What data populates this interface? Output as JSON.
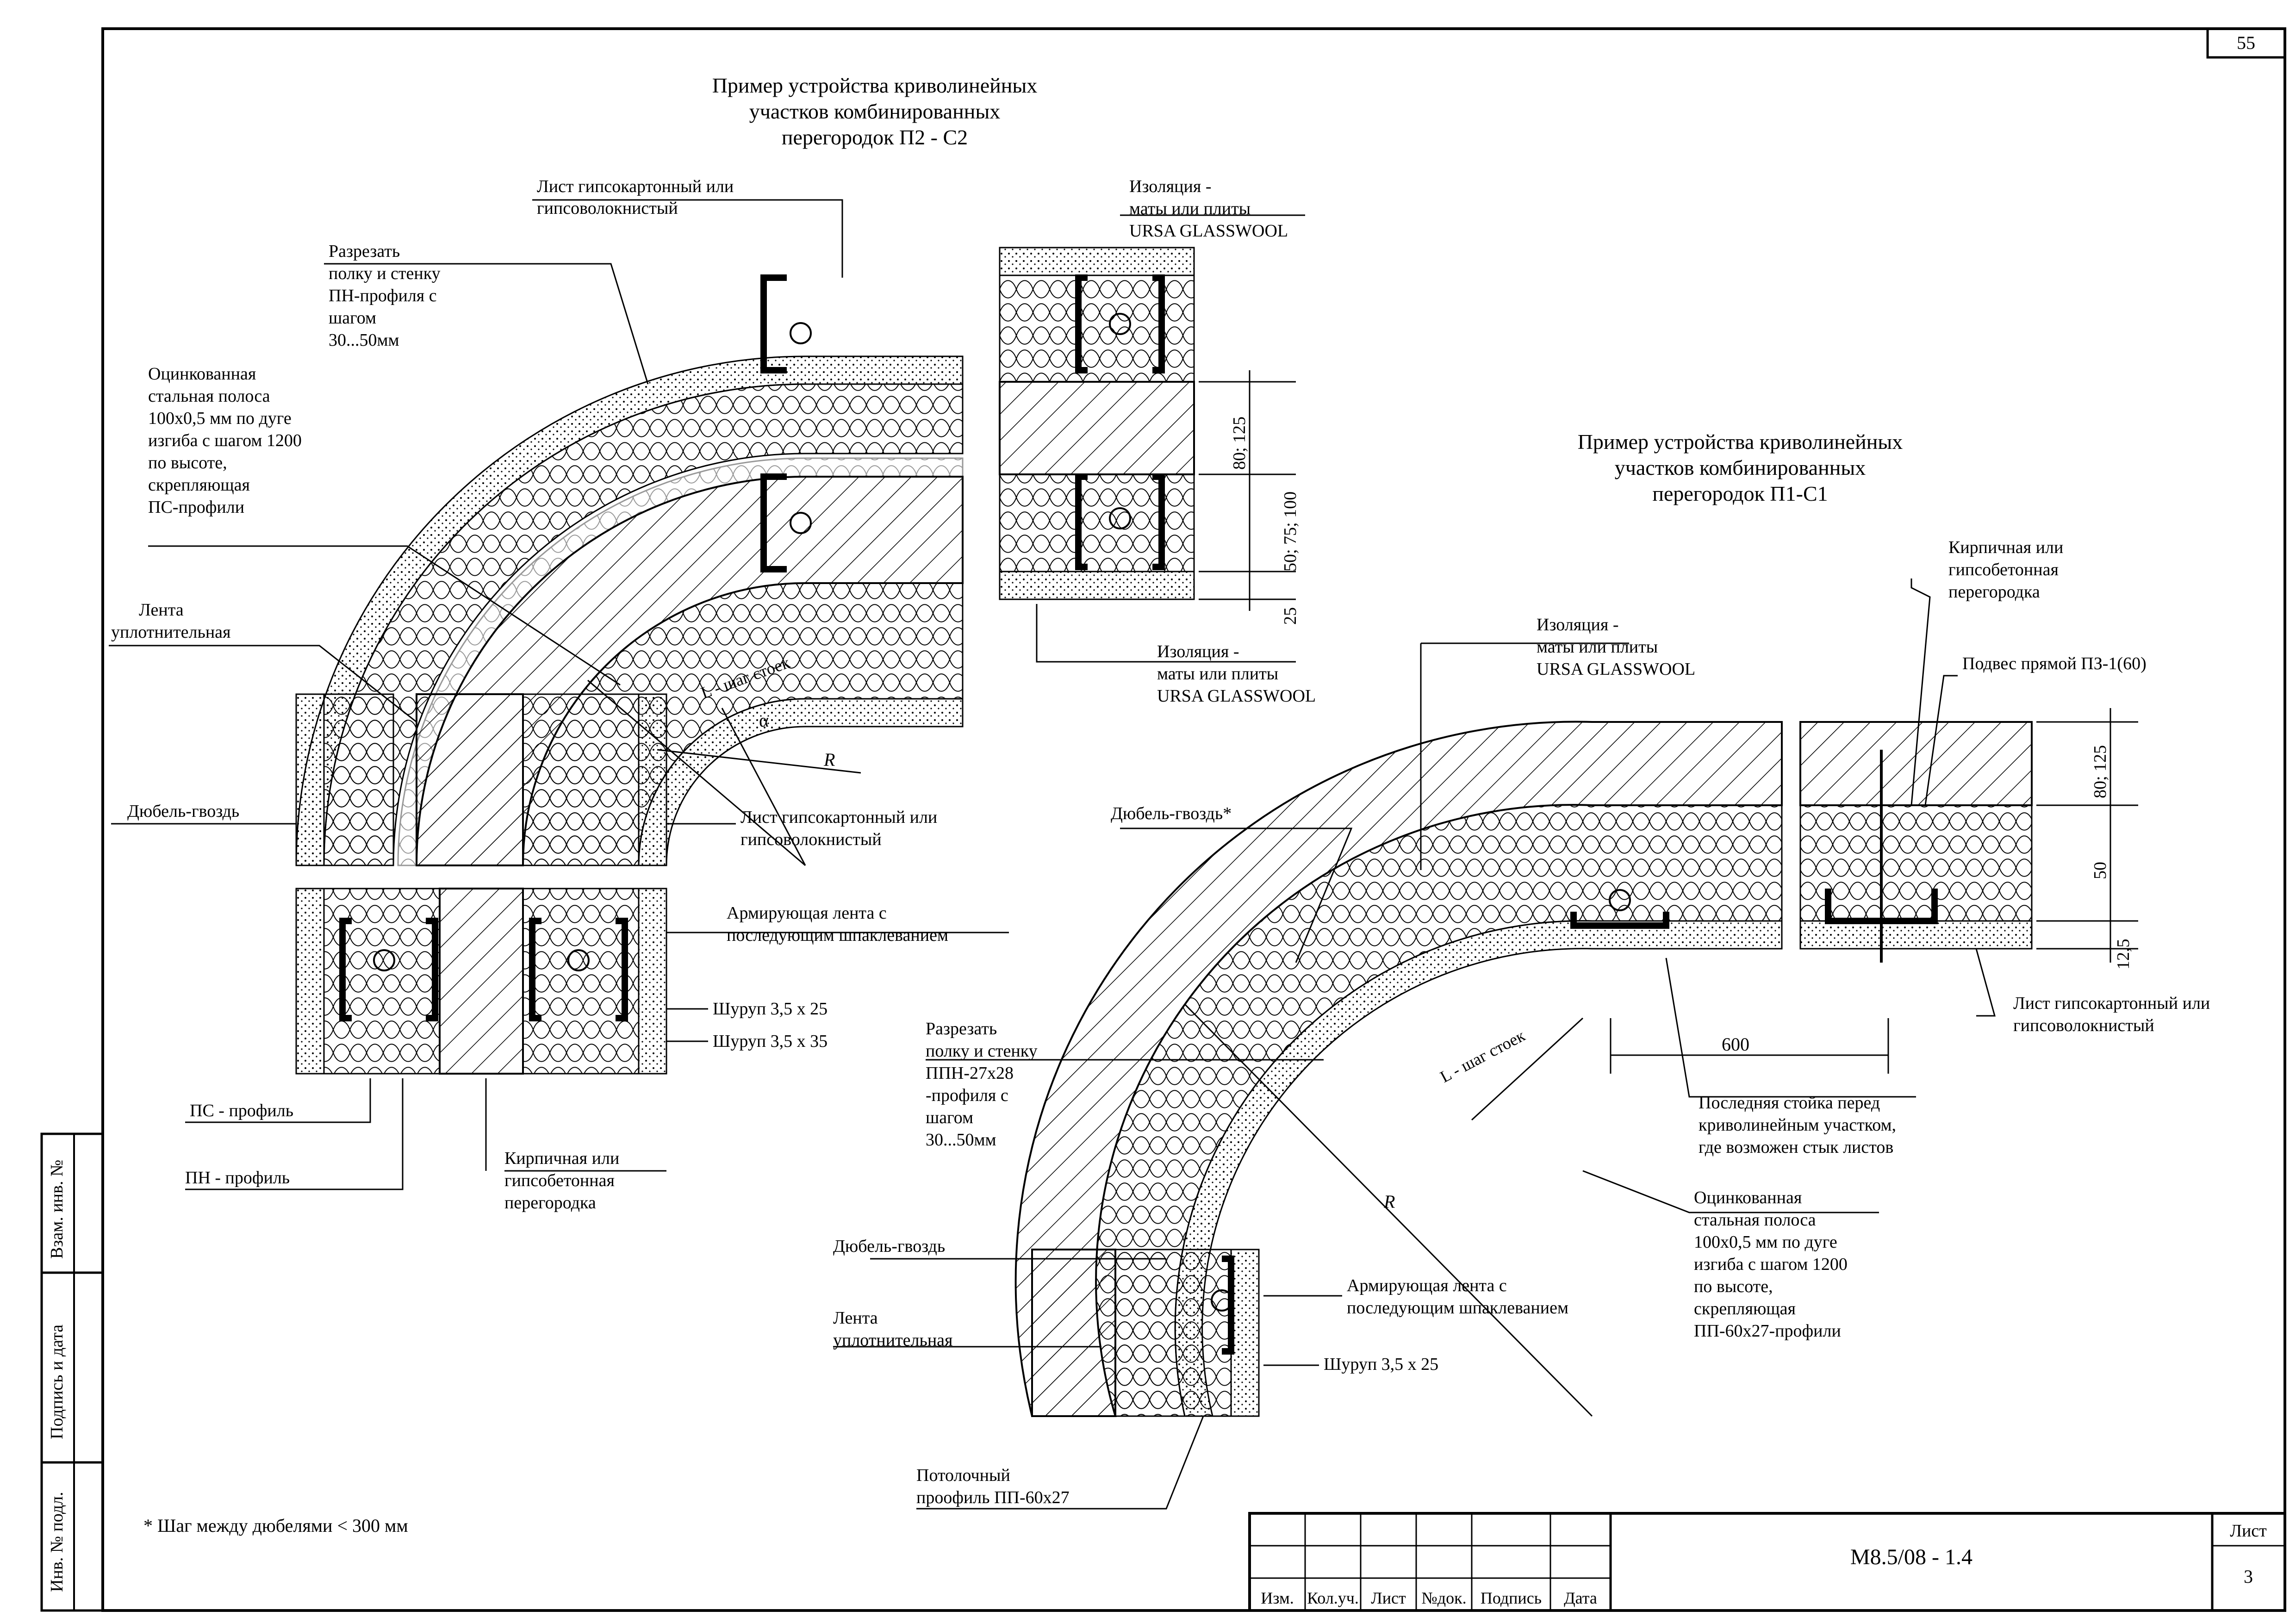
{
  "page_number": "55",
  "left_detail": {
    "title": [
      "Пример устройства криволинейных",
      "участков комбинированных",
      "перегородок П2 - С2"
    ],
    "labels": {
      "gkl_top": [
        "Лист гипсокартонный  или",
        "гипсоволокнистый"
      ],
      "cut": [
        "Разрезать",
        "полку и стенку",
        "ПН-профиля с",
        "шагом",
        "30...50мм"
      ],
      "strip": [
        "Оцинкованная",
        "стальная полоса",
        "100х0,5 мм по дуге",
        "изгиба с шагом 1200",
        "по высоте,",
        "скрепляющая",
        "ПС-профили"
      ],
      "tape": [
        "Лента",
        "уплотнительная"
      ],
      "dowel": "Дюбель-гвоздь",
      "gkl_bottom": [
        "Лист гипсокартонный  или",
        "гипсоволокнистый"
      ],
      "reinforce": [
        "Армирующая лента с",
        "последующим шпаклеванием"
      ],
      "screw1": "Шуруп 3,5 х 25",
      "screw2": "Шуруп 3,5 х 35",
      "ps": "ПС - профиль",
      "pn": "ПН - профиль",
      "brick": [
        "Кирпичная или",
        "гипсобетонная",
        "перегородка"
      ],
      "insulation_top": [
        "Изоляция -",
        "маты или плиты",
        "URSA GLASSWOOL"
      ],
      "insulation_bottom": [
        "Изоляция -",
        "маты или плиты",
        "URSA GLASSWOOL"
      ],
      "step": "L - шаг стоек",
      "angle": "α",
      "radius": "R",
      "dim1": "80; 125",
      "dim2": "50; 75; 100",
      "dim3": "25"
    }
  },
  "right_detail": {
    "title": [
      "Пример устройства криволинейных",
      "участков комбинированных",
      "перегородок П1-С1"
    ],
    "labels": {
      "brick": [
        "Кирпичная или",
        "гипсобетонная",
        "перегородка"
      ],
      "hanger": "Подвес прямой ПЗ-1(60)",
      "insulation": [
        "Изоляция -",
        "маты или плиты",
        "URSA GLASSWOOL"
      ],
      "dowel": "Дюбель-гвоздь*",
      "gkl": [
        "Лист гипсокартонный  или",
        "гипсоволокнистый"
      ],
      "cut": [
        "Разрезать",
        "полку и стенку",
        "ППН-27х28",
        "-профиля с",
        "шагом",
        "30...50мм"
      ],
      "last_stud": [
        "Последняя стойка перед",
        "криволинейным участком,",
        "где возможен стык листов"
      ],
      "strip": [
        "Оцинкованная",
        "стальная полоса",
        "100х0,5 мм по дуге",
        "изгиба с шагом 1200",
        "по высоте,",
        "скрепляющая",
        "ПП-60х27-профили"
      ],
      "dowel2": "Дюбель-гвоздь",
      "tape": [
        "Лента",
        "уплотнительная"
      ],
      "reinforce": [
        "Армирующая лента с",
        "последующим шпаклеванием"
      ],
      "screw": "Шуруп 3,5 х 25",
      "ceiling": [
        "Потолочный",
        "проофиль ПП-60х27"
      ],
      "step": "L - шаг стоек",
      "radius": "R",
      "dim600": "600",
      "dim1": "80; 125",
      "dim2": "50",
      "dim3": "12,5"
    }
  },
  "footnote": "* Шаг между дюбелями < 300 мм",
  "side_stamp": [
    "Взам. инв. №",
    "Подпись и дата",
    "Инв. № подл."
  ],
  "title_block": {
    "cols": [
      "Изм.",
      "Кол.уч.",
      "Лист",
      "№док.",
      "Подпись",
      "Дата"
    ],
    "code": "М8.5/08 - 1.4",
    "sheet_label": "Лист",
    "sheet_number": "3"
  }
}
